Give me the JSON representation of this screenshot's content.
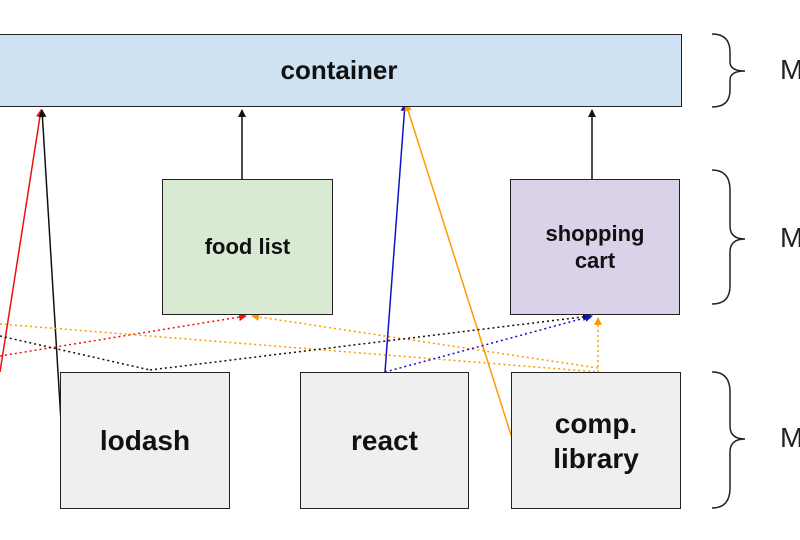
{
  "boxes": {
    "container": "container",
    "food_list": "food list",
    "shopping_cart": "shopping\ncart",
    "lodash": "lodash",
    "react": "react",
    "comp_library": "comp.\nlibrary"
  },
  "side_labels": {
    "top": "M",
    "middle": "M",
    "bottom": "M"
  },
  "colors": {
    "container_fill": "#cfe2f3",
    "food_list_fill": "#d9ead3",
    "shopping_cart_fill": "#d9d2e9",
    "library_fill": "#efefef",
    "red_arrow": "#ee1111",
    "blue_arrow": "#1111cc",
    "orange_arrow": "#ff9900",
    "black_arrow": "#111111"
  }
}
